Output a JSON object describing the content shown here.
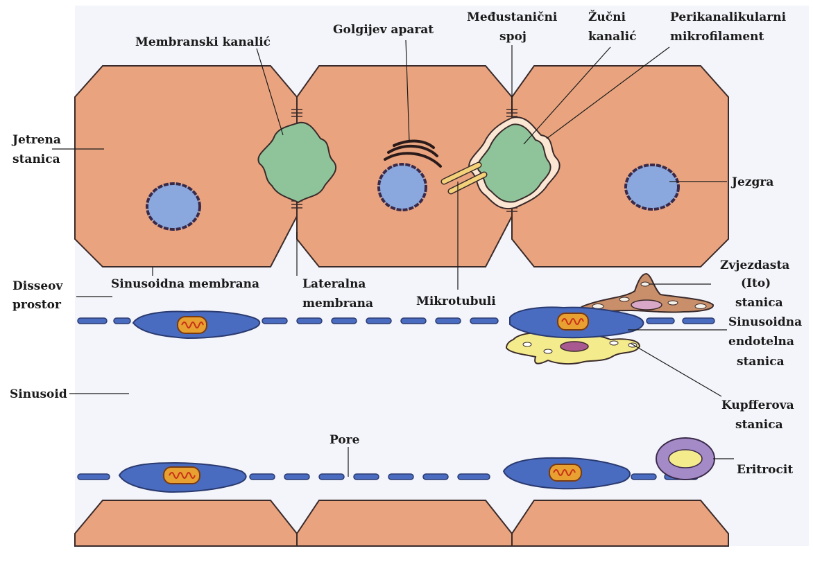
{
  "labels": {
    "membranski_kanalic": "Membranski kanalić",
    "golgijev_aparat": "Golgijev aparat",
    "medustanicni_1": "Međustanični",
    "medustanicni_2": "spoj",
    "zucni_1": "Žučni",
    "zucni_2": "kanalić",
    "perikanalikularni_1": "Perikanalikularni",
    "perikanalikularni_2": "mikrofilament",
    "jetrena_1": "Jetrena",
    "jetrena_2": "stanica",
    "jezgra": "Jezgra",
    "disseov_1": "Disseov",
    "disseov_2": "prostor",
    "sinusoidna_membrana": "Sinusoidna membrana",
    "lateralna_1": "Lateralna",
    "lateralna_2": "membrana",
    "mikrotubuli": "Mikrotubuli",
    "zvjezdasta_1": "Zvjezdasta",
    "zvjezdasta_2": "(Ito)",
    "zvjezdasta_3": "stanica",
    "sin_endo_1": "Sinusoidna",
    "sin_endo_2": "endotelna",
    "sin_endo_3": "stanica",
    "sinusoid": "Sinusoid",
    "kupfferova_1": "Kupfferova",
    "kupfferova_2": "stanica",
    "pore": "Pore",
    "eritrocit": "Eritrocit"
  },
  "colors": {
    "hepatocyte": "#e9a47f",
    "cell_outline": "#3a2a2a",
    "canaliculus": "#8fc49a",
    "nucleus": "#8aa8dd",
    "endothelium": "#4a6cc0",
    "mitochondrion": "#e8a030",
    "kupffer": "#f4ec8c",
    "ito": "#c88f6a",
    "erythrocyte": "#a58ac8",
    "sinusoid_bg": "#f4f5fa"
  }
}
